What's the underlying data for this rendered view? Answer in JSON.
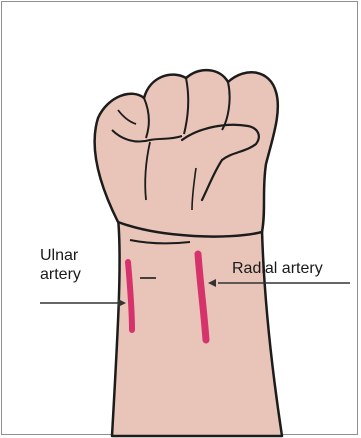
{
  "labels": {
    "ulnar_line1": "Ulnar",
    "ulnar_line2": "artery",
    "radial": "Radial artery"
  },
  "colors": {
    "skin": "#e8c5b8",
    "outline": "#1c1c1c",
    "artery": "#d6336c",
    "pointer": "#333333",
    "border": "#8f8f8f"
  },
  "icons": {
    "hand": "clenched-fist",
    "pointer": "arrow-right-icon"
  }
}
